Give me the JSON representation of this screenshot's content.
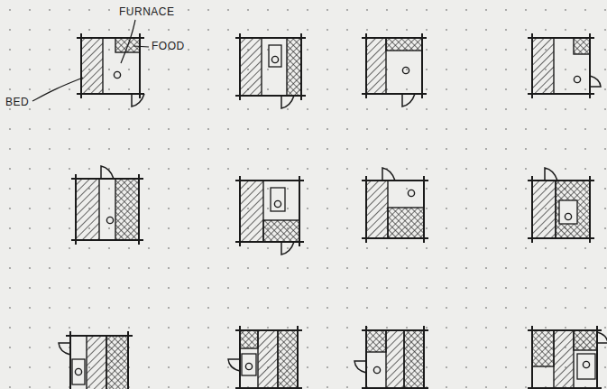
{
  "diagram": {
    "labels": [
      "FURNACE",
      "FOOD",
      "BED"
    ]
  }
}
